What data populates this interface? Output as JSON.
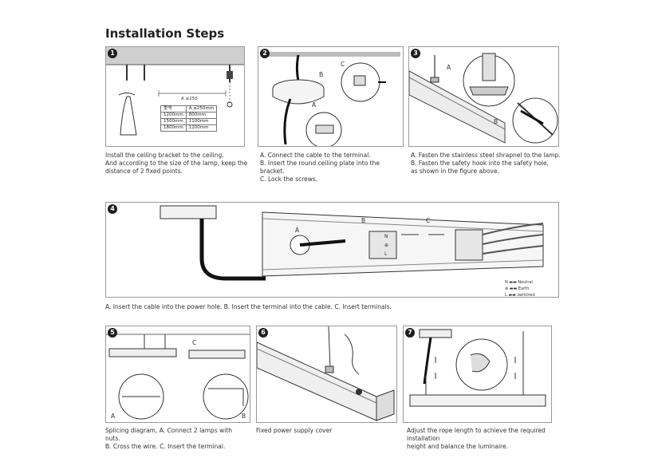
{
  "title": "Installation Steps",
  "step_numbers": [
    "1",
    "2",
    "3",
    "4",
    "5",
    "6",
    "7"
  ],
  "callouts": {
    "a": "A",
    "b": "B",
    "c": "C"
  },
  "step1": {
    "dimension_label": "A ≤250",
    "table_header": [
      "型号",
      "A ≤250mm"
    ],
    "table_rows": [
      [
        "1200mm",
        "800mm"
      ],
      [
        "1500mm",
        "1100mm"
      ],
      [
        "1800mm",
        "1200mm"
      ]
    ],
    "caption": "Install the ceiling bracket to the ceiling.\nAnd according to the size of the lamp, keep the\ndistance of 2 fixed points."
  },
  "step2": {
    "caption": "A. Connect the cable to the terminal.\nB. Insert the round ceiling plate into the bracket.\nC. Lock the screws."
  },
  "step3": {
    "caption": "A. Fasten the stainless steel shrapnel to the lamp.\nB. Fasten the safety hook into the safety hole,\nas shown in the figure above."
  },
  "step4": {
    "terminal_letters": [
      "N",
      "⊕",
      "L"
    ],
    "legend": [
      {
        "key": "N",
        "value": "Neutral"
      },
      {
        "key": "⊕",
        "value": "Earth"
      },
      {
        "key": "L",
        "value": "switched"
      }
    ],
    "caption": "A. Insert the cable into the power hole.   B. Insert the terminal into the cable.   C. Insert terminals."
  },
  "step5": {
    "caption": "Splicing diagram, A. Connect 2 lamps with nuts.\nB. Cross the wire. C. Insert the terminal."
  },
  "step6": {
    "caption": "Fixed power supply cover"
  },
  "step7": {
    "caption": "Adjust the rope length to achieve the required installation\nheight and balance the luminaire."
  }
}
